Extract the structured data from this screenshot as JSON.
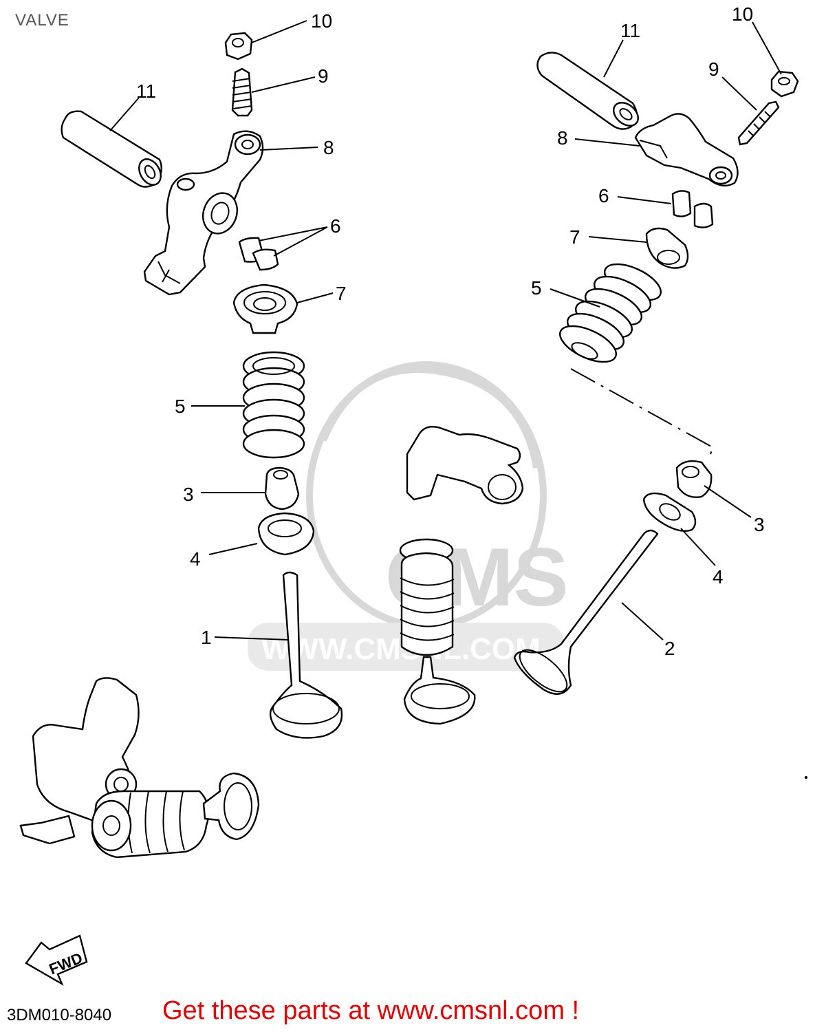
{
  "title": "VALVE",
  "diagram_code": "3DM010-8040",
  "promo": "Get these parts at www.cmsnl.com !",
  "watermark": {
    "logo": "CMS",
    "url": "WWW.CMSNL.COM"
  },
  "fwd_arrow": "FWD",
  "callouts": {
    "left": {
      "p1": "1",
      "p3": "3",
      "p4": "4",
      "p5": "5",
      "p6": "6",
      "p7": "7",
      "p8": "8",
      "p9": "9",
      "p10": "10",
      "p11": "11"
    },
    "right": {
      "p2": "2",
      "p3": "3",
      "p4": "4",
      "p5": "5",
      "p6": "6",
      "p7": "7",
      "p8": "8",
      "p9": "9",
      "p10": "10",
      "p11": "11"
    }
  },
  "colors": {
    "promo": "#e00000",
    "title": "#555555",
    "watermark": "#d8d8d8"
  }
}
